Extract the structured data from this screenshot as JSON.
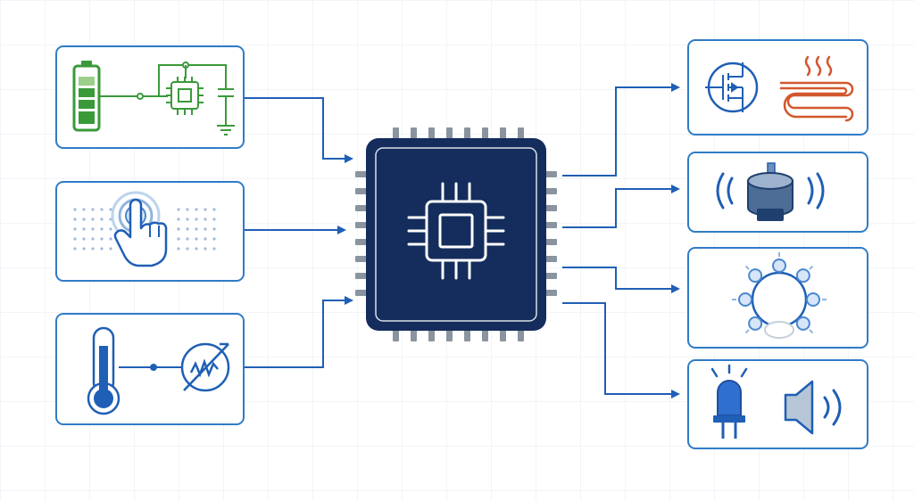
{
  "diagram": {
    "colors": {
      "primary": "#1f5fb5",
      "border": "#2f7cc7",
      "chip": "#142d5c",
      "pins": "#8a949f",
      "green": "#3a9a3a",
      "red": "#d2582e",
      "icon_gray": "#8aa0b8"
    },
    "inputs": [
      {
        "name": "power-circuit",
        "icons": [
          "battery-icon",
          "microcontroller-icon",
          "capacitor-icon",
          "ground-icon"
        ]
      },
      {
        "name": "touch-sensor",
        "icons": [
          "touch-hand-icon"
        ]
      },
      {
        "name": "temperature-sensor",
        "icons": [
          "thermometer-icon",
          "thermistor-icon"
        ]
      }
    ],
    "processor": {
      "name": "microcontroller",
      "icons": [
        "cpu-chip-icon"
      ]
    },
    "outputs": [
      {
        "name": "mosfet-heater",
        "icons": [
          "mosfet-icon",
          "heating-element-icon"
        ]
      },
      {
        "name": "vibration-motor",
        "icons": [
          "motor-icon"
        ]
      },
      {
        "name": "led-ring",
        "icons": [
          "led-ring-icon"
        ]
      },
      {
        "name": "led-buzzer",
        "icons": [
          "led-icon",
          "speaker-icon"
        ]
      }
    ]
  }
}
